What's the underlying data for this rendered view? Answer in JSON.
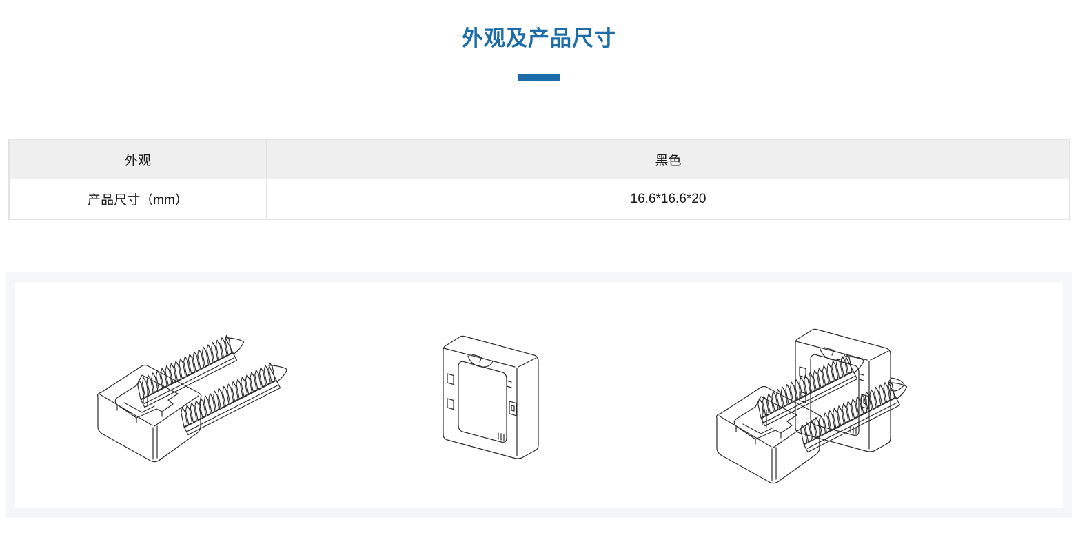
{
  "page": {
    "title": "外观及产品尺寸"
  },
  "colors": {
    "accent_blue": "#1b6ca8",
    "table_header_bg": "#efefef",
    "table_border": "#e3e3e3",
    "panel_frame": "#f5f6f7",
    "line_art": "#2b2b2b"
  },
  "spec_table": {
    "rows": [
      {
        "label": "外观",
        "value": "黑色"
      },
      {
        "label": "产品尺寸（mm）",
        "value": "16.6*16.6*20"
      }
    ]
  }
}
